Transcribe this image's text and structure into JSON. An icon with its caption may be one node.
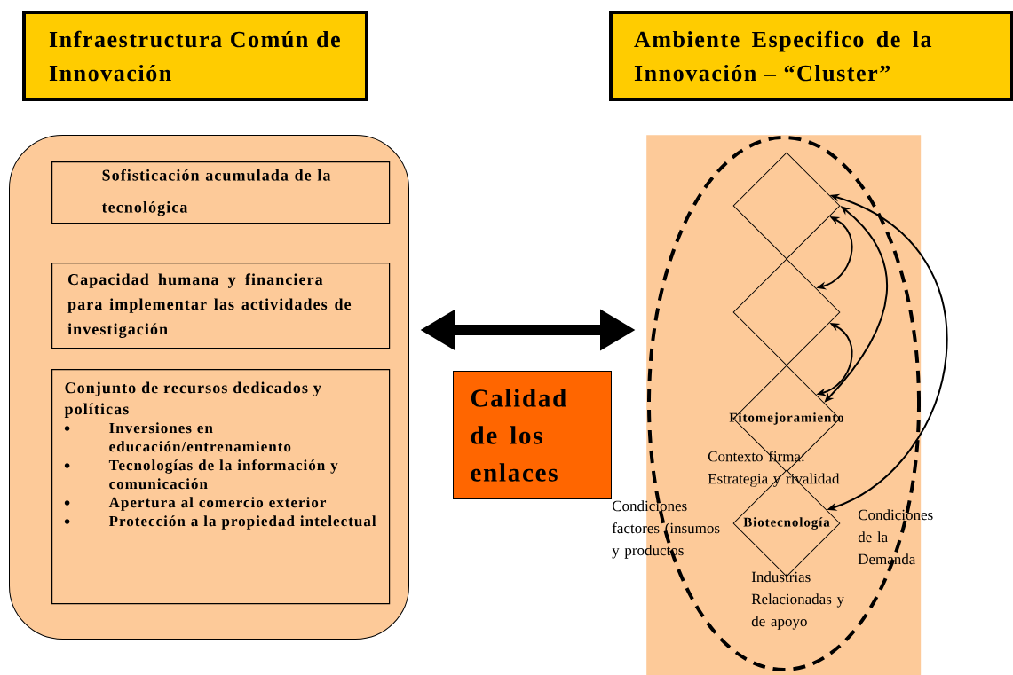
{
  "diagram": {
    "nodes": [
      {
        "text": [
          "Infraestructura Común de Innovación"
        ]
      },
      {
        "text": [
          "Ambiente Especifico de la Innovación – “Cluster”"
        ]
      },
      {
        "text": [],
        "shape": "box"
      },
      {
        "text": [
          "Sofisticación acumulada de la tecnológica"
        ],
        "in": 2
      },
      {
        "text": [
          "Capacidad humana y financiera para implementar las actividades de investigación"
        ],
        "in": 2
      },
      {
        "text": [
          "Conjunto de recursos dedicados y políticas",
          "Inversiones en educación/entrenamiento",
          "Tecnologías de la información y comunicación",
          "Apertura al comercio exterior",
          "Protección a la propiedad intelectual"
        ],
        "in": 2
      },
      {
        "text": [
          "Calidad de los enlaces"
        ]
      },
      {
        "text": [],
        "shape": "box"
      },
      {
        "text": [],
        "shape": "ellipse",
        "in": 7
      },
      {
        "text": [],
        "shape": "diamond",
        "in": 8
      },
      {
        "text": [],
        "shape": "diamond",
        "in": 8
      },
      {
        "text": [
          "Fitomejoramiento"
        ],
        "in": 8
      },
      {
        "text": [
          "Biotecnología"
        ],
        "in": 8
      }
    ],
    "edges": [
      {
        "from": 2,
        "to": 7,
        "arrow": "both",
        "style": "thick"
      },
      {
        "from": 9,
        "to": 10,
        "arrow": "both"
      },
      {
        "from": 10,
        "to": 11,
        "arrow": "both"
      },
      {
        "from": 9,
        "to": 11,
        "arrow": "both"
      },
      {
        "from": 9,
        "to": 12,
        "arrow": "both"
      }
    ],
    "labels": [
      "Contexto firma: Estrategia y rivalidad",
      "Condiciones factores (insumos y productos",
      "Condiciones de la Demanda",
      "Industrias Relacionadas y de apoyo"
    ]
  }
}
